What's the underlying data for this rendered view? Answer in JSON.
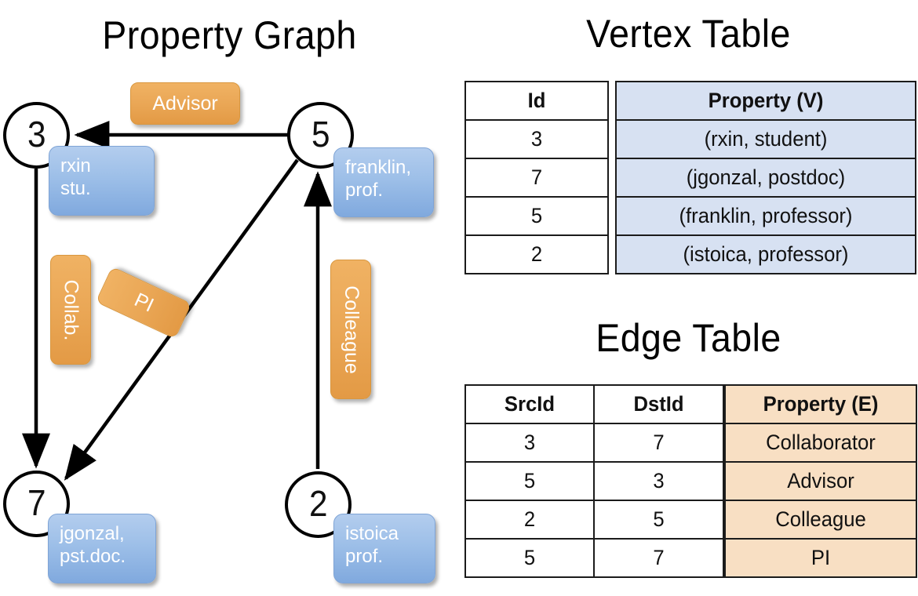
{
  "titles": {
    "property_graph": "Property Graph",
    "vertex_table": "Vertex Table",
    "edge_table": "Edge Table"
  },
  "graph": {
    "nodes": [
      {
        "id": "3",
        "property_line1": "rxin",
        "property_line2": "stu."
      },
      {
        "id": "5",
        "property_line1": "franklin,",
        "property_line2": "prof."
      },
      {
        "id": "7",
        "property_line1": "jgonzal,",
        "property_line2": "pst.doc."
      },
      {
        "id": "2",
        "property_line1": "istoica",
        "property_line2": "prof."
      }
    ],
    "edge_labels": [
      {
        "name": "advisor",
        "text": "Advisor"
      },
      {
        "name": "collab",
        "text": "Collab."
      },
      {
        "name": "pi",
        "text": "PI"
      },
      {
        "name": "colleague",
        "text": "Colleague"
      }
    ],
    "edges": [
      {
        "from": "5",
        "to": "3",
        "label": "Advisor"
      },
      {
        "from": "3",
        "to": "7",
        "label": "Collab."
      },
      {
        "from": "5",
        "to": "7",
        "label": "PI"
      },
      {
        "from": "2",
        "to": "5",
        "label": "Colleague"
      }
    ]
  },
  "vertex_table": {
    "headers": [
      "Id",
      "Property (V)"
    ],
    "rows": [
      {
        "id": "3",
        "property": "(rxin, student)"
      },
      {
        "id": "7",
        "property": "(jgonzal, postdoc)"
      },
      {
        "id": "5",
        "property": "(franklin, professor)"
      },
      {
        "id": "2",
        "property": "(istoica, professor)"
      }
    ]
  },
  "edge_table": {
    "headers": [
      "SrcId",
      "DstId",
      "Property (E)"
    ],
    "rows": [
      {
        "src": "3",
        "dst": "7",
        "property": "Collaborator"
      },
      {
        "src": "5",
        "dst": "3",
        "property": "Advisor"
      },
      {
        "src": "2",
        "dst": "5",
        "property": "Colleague"
      },
      {
        "src": "5",
        "dst": "7",
        "property": "PI"
      }
    ]
  },
  "colors": {
    "vertex_property_fill": "#d7e1f2",
    "edge_property_fill": "#f8dfc3",
    "vertex_box_blue": "#9dbfe8",
    "edge_label_orange": "#eaa756",
    "stroke": "#000000"
  }
}
